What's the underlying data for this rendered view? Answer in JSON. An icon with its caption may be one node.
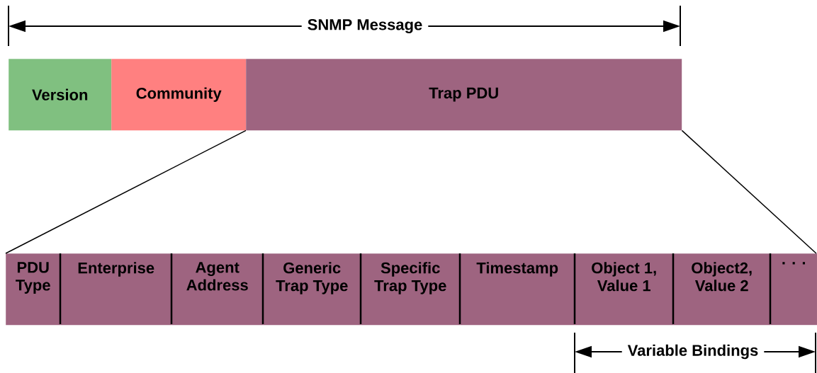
{
  "diagram": {
    "nodes": [
      {
        "text": [
          "Version"
        ]
      },
      {
        "text": [
          "Community"
        ]
      },
      {
        "text": [
          "Trap PDU"
        ]
      },
      {
        "text": [
          "PDU Type"
        ]
      },
      {
        "text": [
          "Enterprise"
        ]
      },
      {
        "text": [
          "Agent Address"
        ]
      },
      {
        "text": [
          "Generic Trap Type"
        ]
      },
      {
        "text": [
          "Specific Trap Type"
        ]
      },
      {
        "text": [
          "Timestamp"
        ]
      },
      {
        "text": [
          "Object 1, Value 1"
        ]
      },
      {
        "text": [
          "Object2, Value 2"
        ]
      },
      {
        "text": [
          ". . ."
        ]
      }
    ],
    "edges": [
      {
        "from": 2,
        "to": 3,
        "arrow": "none"
      },
      {
        "from": 2,
        "to": 11,
        "arrow": "none"
      }
    ],
    "labels": [
      "SNMP Message",
      "Variable Bindings"
    ]
  }
}
